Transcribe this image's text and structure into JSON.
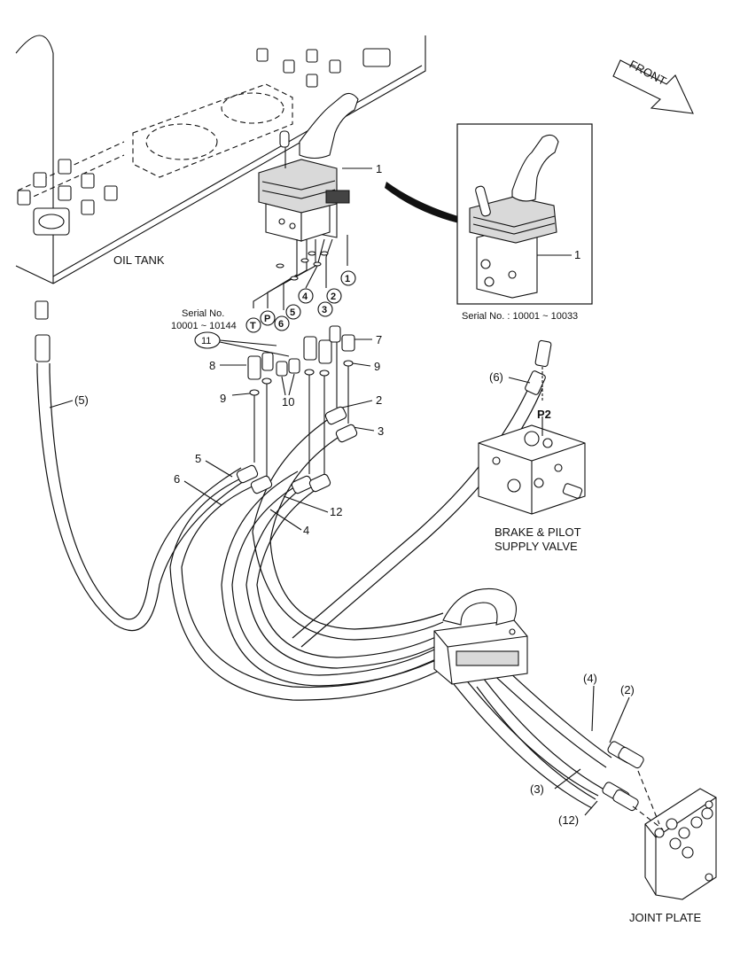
{
  "labels": {
    "oil_tank": "OIL TANK",
    "front": "FRONT",
    "serial_main_line1": "Serial No.",
    "serial_main_line2": "10001 ~ 10144",
    "serial_inset": "Serial No. : 10001 ~ 10033",
    "brake_line1": "BRAKE & PILOT",
    "brake_line2": "SUPPLY VALVE",
    "joint_plate": "JOINT PLATE",
    "p2": "P2"
  },
  "callouts": {
    "c1_main": "1",
    "c1_inset": "1",
    "c2": "2",
    "c3": "3",
    "c4": "4",
    "c5": "5",
    "c6": "6",
    "c7": "7",
    "c8": "8",
    "c9_left": "9",
    "c9_right": "9",
    "c10": "10",
    "c12": "12",
    "h5": "(5)",
    "h6": "(6)",
    "h4": "(4)",
    "h2": "(2)",
    "h3": "(3)",
    "h12": "(12)"
  },
  "port_markers": {
    "t": "T",
    "p": "P",
    "n6": "6",
    "n5": "5",
    "n4": "4",
    "n3": "3",
    "n2": "2",
    "n1": "1",
    "n11": "11"
  }
}
